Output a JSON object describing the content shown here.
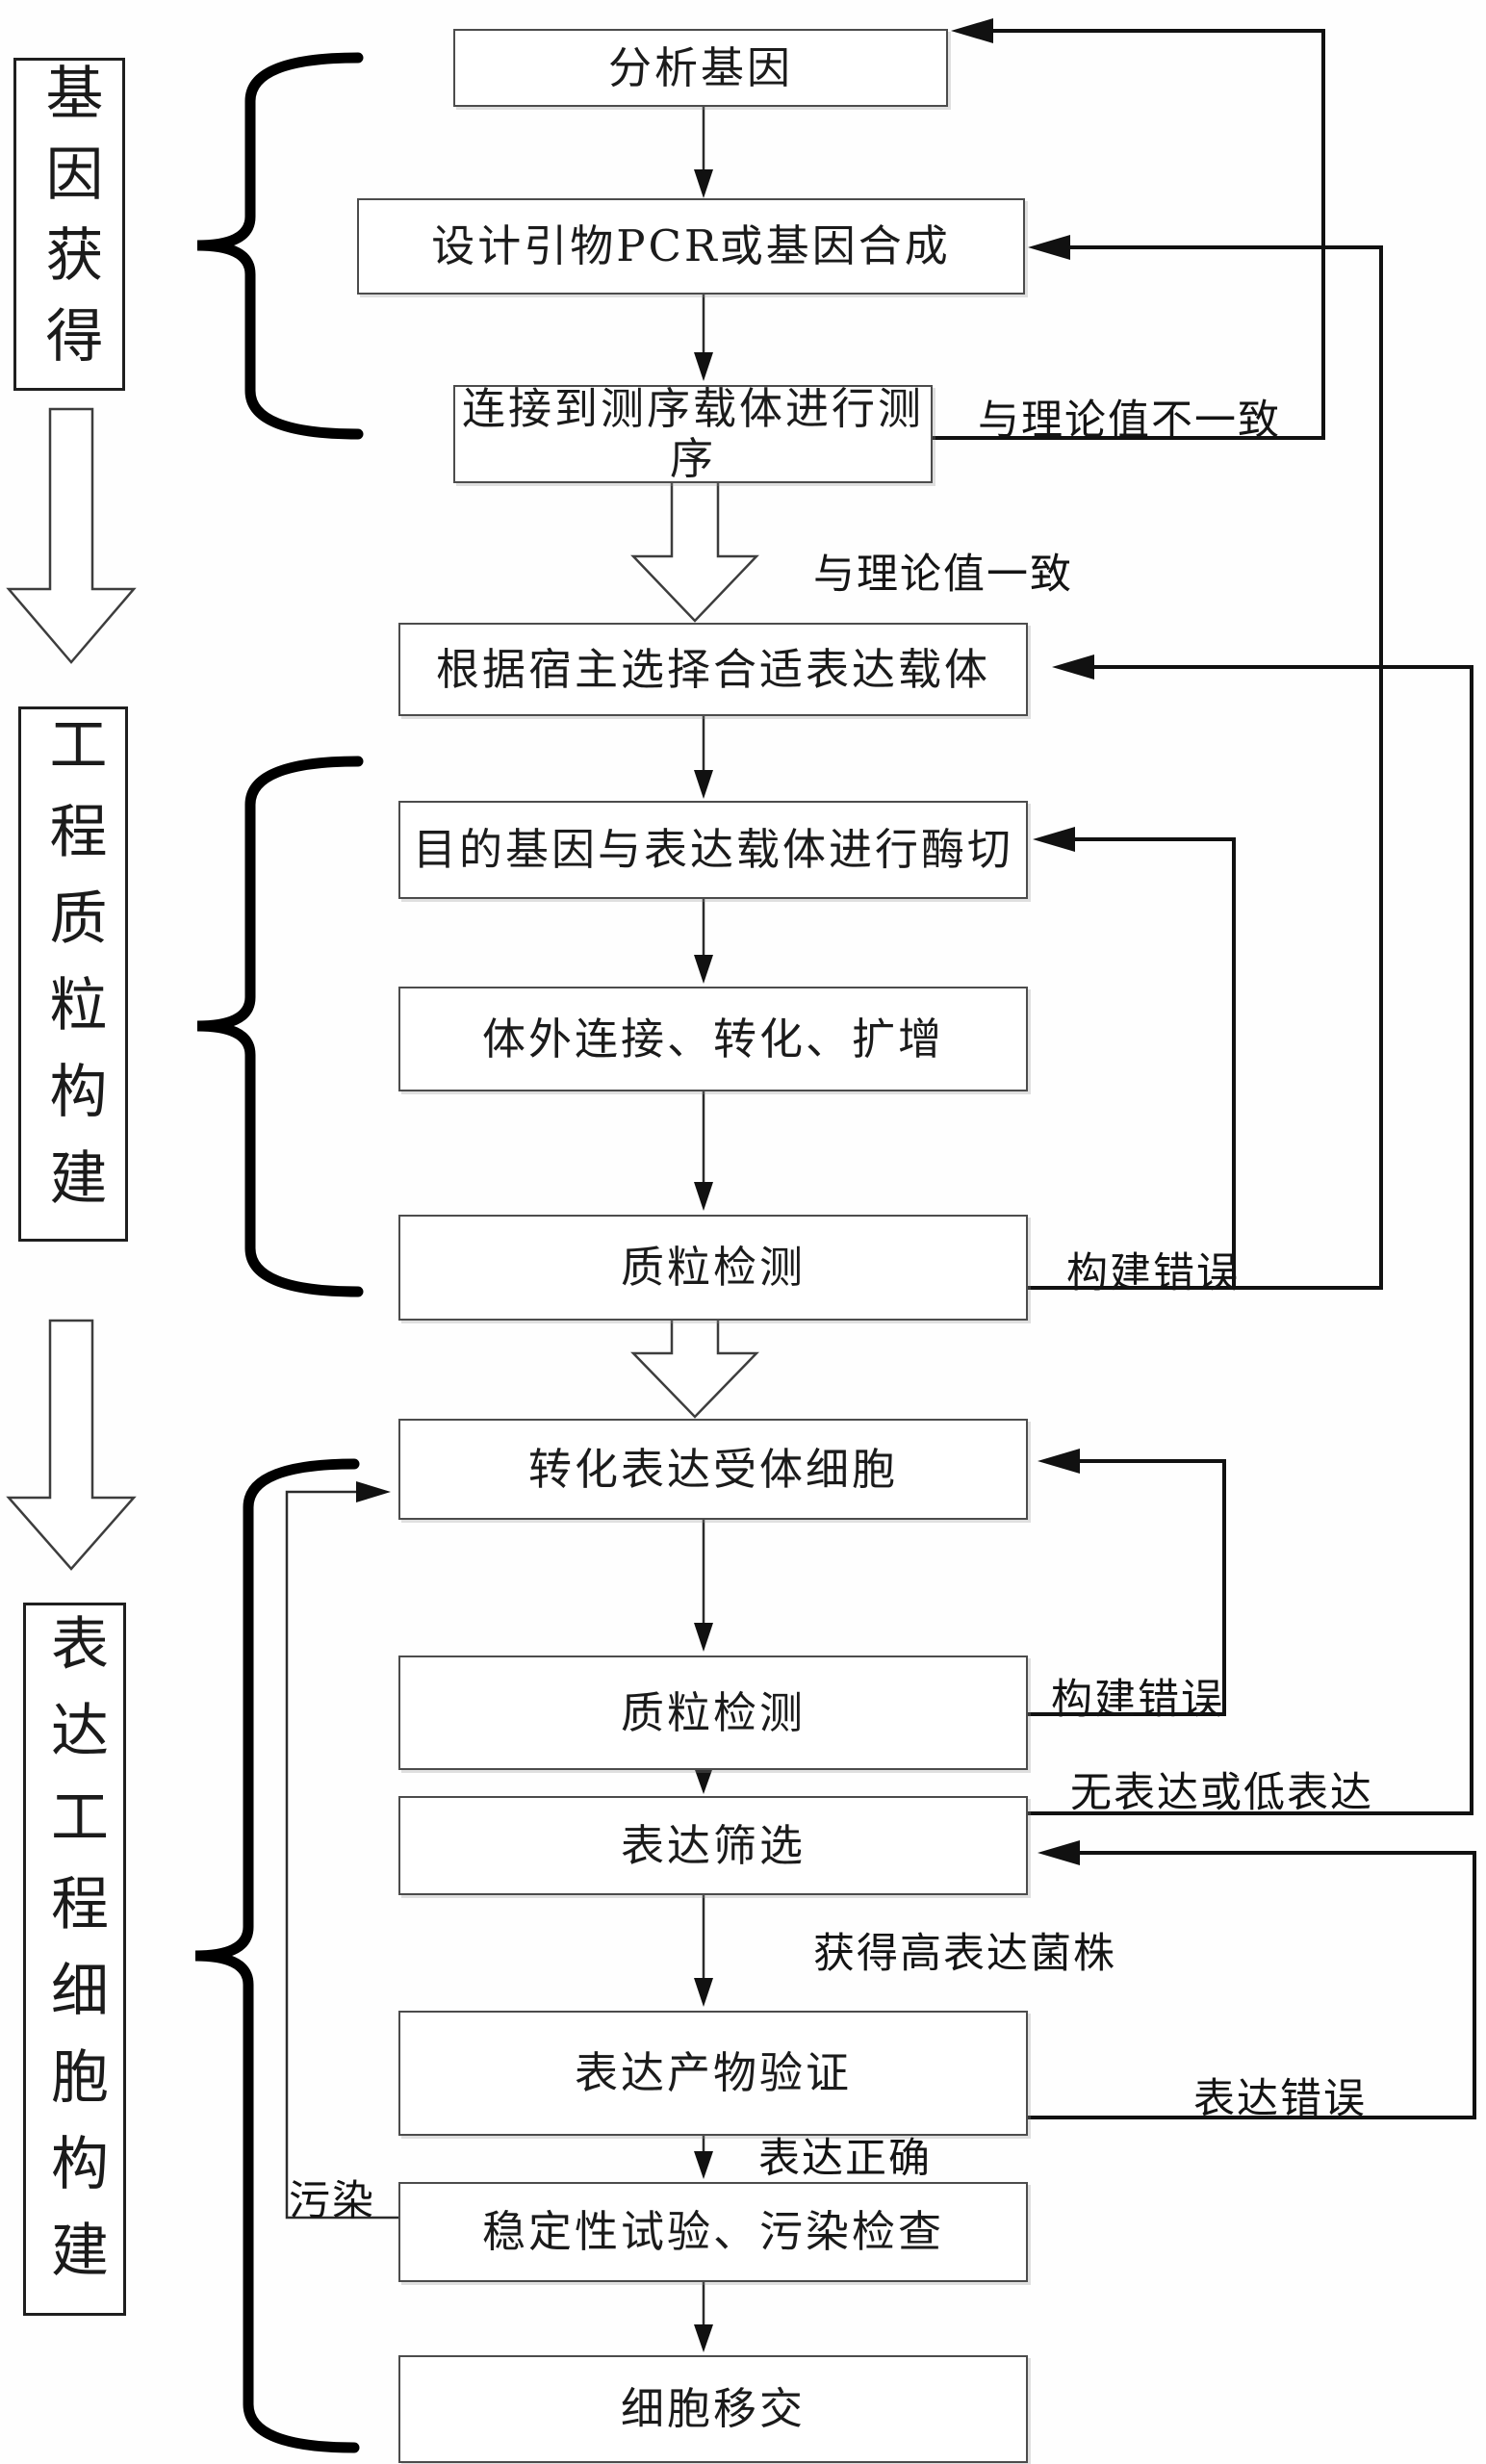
{
  "diagram": {
    "stages": [
      {
        "label": "基因获得"
      },
      {
        "label": "工程质粒构建"
      },
      {
        "label": "表达工程细胞构建"
      }
    ],
    "steps": [
      "分析基因",
      "设计引物PCR或基因合成",
      "连接到测序载体进行测序",
      "根据宿主选择合适表达载体",
      "目的基因与表达载体进行酶切",
      "体外连接、转化、扩增",
      "质粒检测",
      "转化表达受体细胞",
      "质粒检测",
      "表达筛选",
      "表达产物验证",
      "稳定性试验、污染检查",
      "细胞移交"
    ],
    "edge_labels": {
      "sequence_mismatch": "与理论值不一致",
      "sequence_match": "与理论值一致",
      "construct_error_1": "构建错误",
      "construct_error_2": "构建错误",
      "no_or_low_expression": "无表达或低表达",
      "high_expression_strain": "获得高表达菌株",
      "expression_error": "表达错误",
      "expression_correct": "表达正确",
      "contamination": "污染"
    },
    "colors": {
      "line": "#1a1a1a",
      "box_border": "#4c4c4c",
      "background": "#fefefe"
    }
  }
}
